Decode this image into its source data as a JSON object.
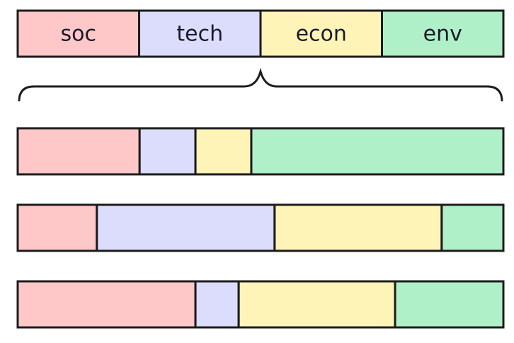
{
  "colors": {
    "soc": "#ffc8c8",
    "tech": "#dcdcfc",
    "econ": "#fff4b8",
    "env": "#b0f0c8",
    "stroke": "#1c1c1c"
  },
  "header": {
    "labels": [
      "soc",
      "tech",
      "econ",
      "env"
    ],
    "shares": [
      0.25,
      0.25,
      0.25,
      0.25
    ]
  },
  "bars": [
    {
      "shares": [
        0.251,
        0.115,
        0.115,
        0.519
      ]
    },
    {
      "shares": [
        0.163,
        0.366,
        0.344,
        0.127
      ]
    },
    {
      "shares": [
        0.366,
        0.089,
        0.322,
        0.223
      ]
    }
  ]
}
